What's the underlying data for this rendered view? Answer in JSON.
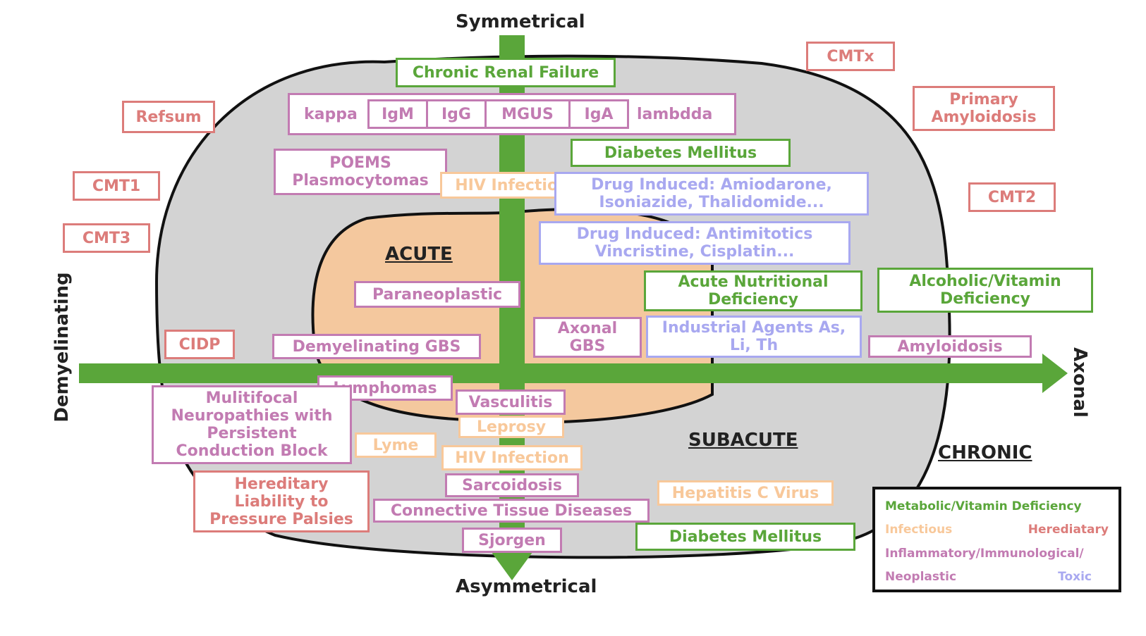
{
  "axes": {
    "top": "Symmetrical",
    "bottom": "Asymmetrical",
    "left": "Demyelinating",
    "right": "Axonal"
  },
  "regions": {
    "acute": "ACUTE",
    "subacute": "SUBACUTE",
    "chronic": "CHRONIC"
  },
  "paraprotein_row": {
    "left": "kappa",
    "cells": [
      "IgM",
      "IgG",
      "MGUS",
      "IgA"
    ],
    "right": "lambdda"
  },
  "boxes": {
    "chronic_renal_failure": "Chronic Renal Failure",
    "cmtx": "CMTx",
    "refsum": "Refsum",
    "primary_amyloidosis": "Primary\nAmyloidosis",
    "diabetes_mellitus_top": "Diabetes Mellitus",
    "poems": "POEMS\nPlasmocytomas",
    "hiv_top": "HIV Infection",
    "drug_amiodarone": "Drug Induced: Amiodarone,\nIsoniazide, Thalidomide...",
    "cmt1": "CMT1",
    "cmt2": "CMT2",
    "cmt3": "CMT3",
    "drug_antimitotics": "Drug Induced: Antimitotics\nVincristine, Cisplatin...",
    "paraneoplastic": "Paraneoplastic",
    "acute_nutritional": "Acute Nutritional\nDeficiency",
    "alcoholic_vitamin": "Alcoholic/Vitamin\nDeficiency",
    "axonal_gbs": "Axonal\nGBS",
    "industrial_agents": "Industrial Agents As,\nLi, Th",
    "cidp": "CIDP",
    "demyelinating_gbs": "Demyelinating GBS",
    "amyloidosis": "Amyloidosis",
    "lymphomas": "Lymphomas",
    "multifocal": "Mulitifocal\nNeuropathies with\nPersistent\nConduction Block",
    "vasculitis": "Vasculitis",
    "leprosy": "Leprosy",
    "lyme": "Lyme",
    "hiv_bottom": "HIV Infection",
    "hereditary_liability": "Hereditary\nLiability to\nPressure Palsies",
    "sarcoidosis": "Sarcoidosis",
    "hepatitis_c": "Hepatitis C Virus",
    "connective_tissue": "Connective Tissue Diseases",
    "sjorgen": "Sjorgen",
    "diabetes_mellitus_bottom": "Diabetes Mellitus"
  },
  "legend": {
    "metabolic": "Metabolic/Vitamin Deficiency",
    "infectious": "Infectious",
    "herediatary": "Herediatary",
    "inflammatory": "Inflammatory/Immunological/",
    "neoplastic": "Neoplastic",
    "toxic": "Toxic"
  },
  "colors": {
    "metabolic": "#5aa63a",
    "hereditary": "#dc7c7a",
    "inflammatory": "#c27bb2",
    "infectious": "#f8c89a",
    "toxic": "#a8a8f0",
    "chronic_fill": "#d3d3d3",
    "acute_fill": "#f4c89e",
    "axis": "#5aa63a"
  }
}
